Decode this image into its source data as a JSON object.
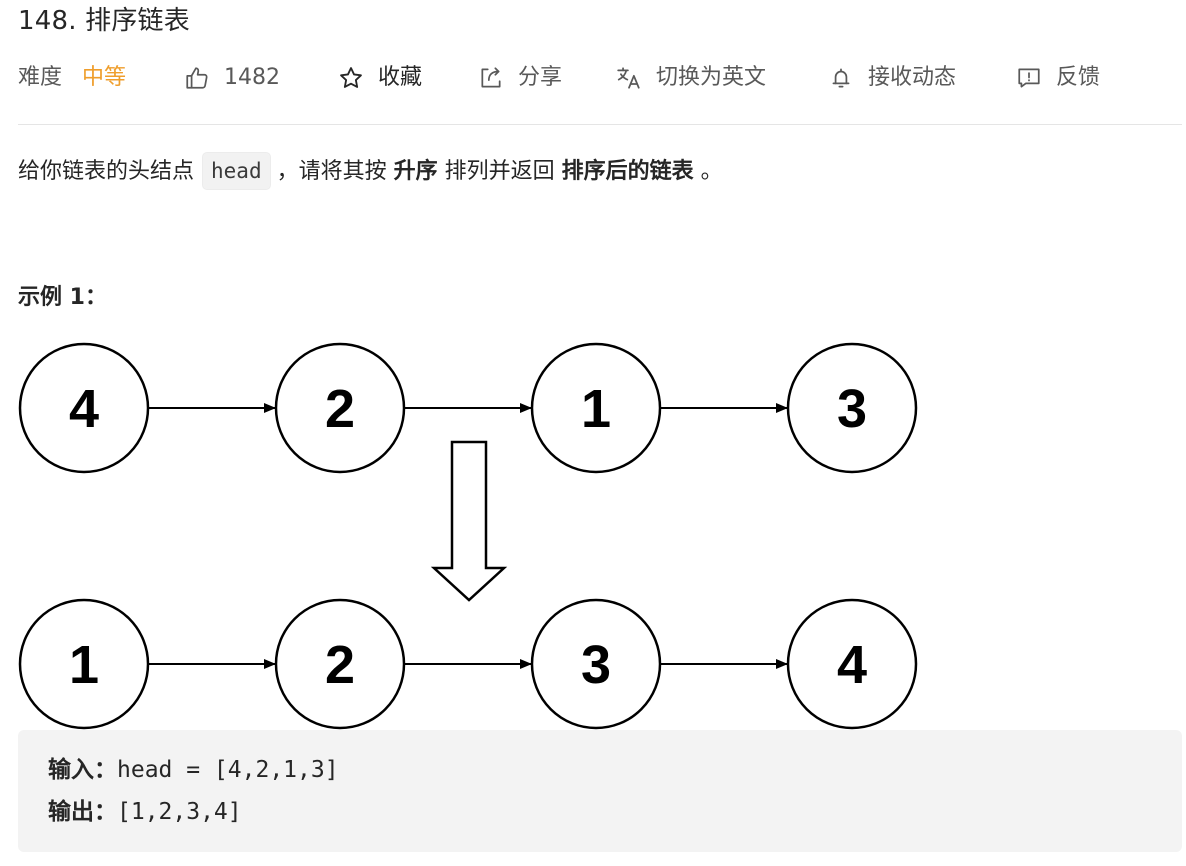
{
  "problem": {
    "title": "148. 排序链表"
  },
  "meta": {
    "difficulty_label": "难度",
    "difficulty_value": "中等",
    "difficulty_color": "#ef9e2c",
    "likes": "1482",
    "like_icon": "thumbs-up-icon",
    "favorite_label": "收藏",
    "favorite_icon": "star-icon",
    "share_label": "分享",
    "share_icon": "share-icon",
    "translate_label": "切换为英文",
    "translate_icon": "translate-icon",
    "subscribe_label": "接收动态",
    "subscribe_icon": "bell-icon",
    "feedback_label": "反馈",
    "feedback_icon": "feedback-icon"
  },
  "description": {
    "part1": "给你链表的头结点",
    "code": "head",
    "part2": "，请将其按",
    "bold1": "升序",
    "part3": "排列并返回",
    "bold2": "排序后的链表",
    "part4": "。"
  },
  "example": {
    "title": "示例 1：",
    "diagram": {
      "before": [
        "4",
        "2",
        "1",
        "3"
      ],
      "after": [
        "1",
        "2",
        "3",
        "4"
      ]
    },
    "input_label": "输入：",
    "input_value": "head = [4,2,1,3]",
    "output_label": "输出：",
    "output_value": "[1,2,3,4]"
  }
}
